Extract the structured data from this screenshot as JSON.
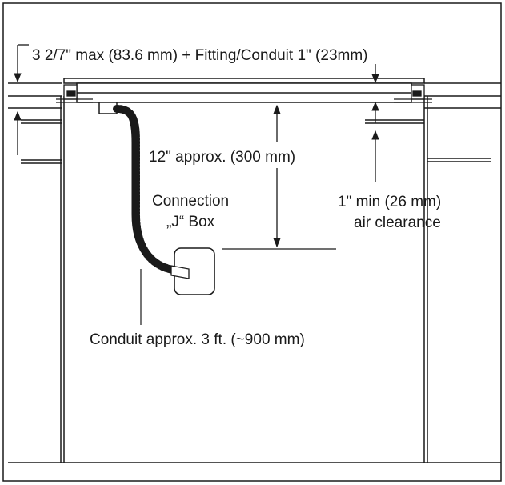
{
  "labels": {
    "top_dimension": "3 2/7\" max (83.6 mm) + Fitting/Conduit 1\" (23mm)",
    "depth": "12\" approx. (300 mm)",
    "box_line1": "Connection",
    "box_line2": "„J“ Box",
    "clearance_line1": "1\" min (26 mm)",
    "clearance_line2": "air clearance",
    "conduit": "Conduit approx. 3 ft. (~900 mm)"
  },
  "colors": {
    "line": "#1a1a1a",
    "background": "#ffffff"
  }
}
